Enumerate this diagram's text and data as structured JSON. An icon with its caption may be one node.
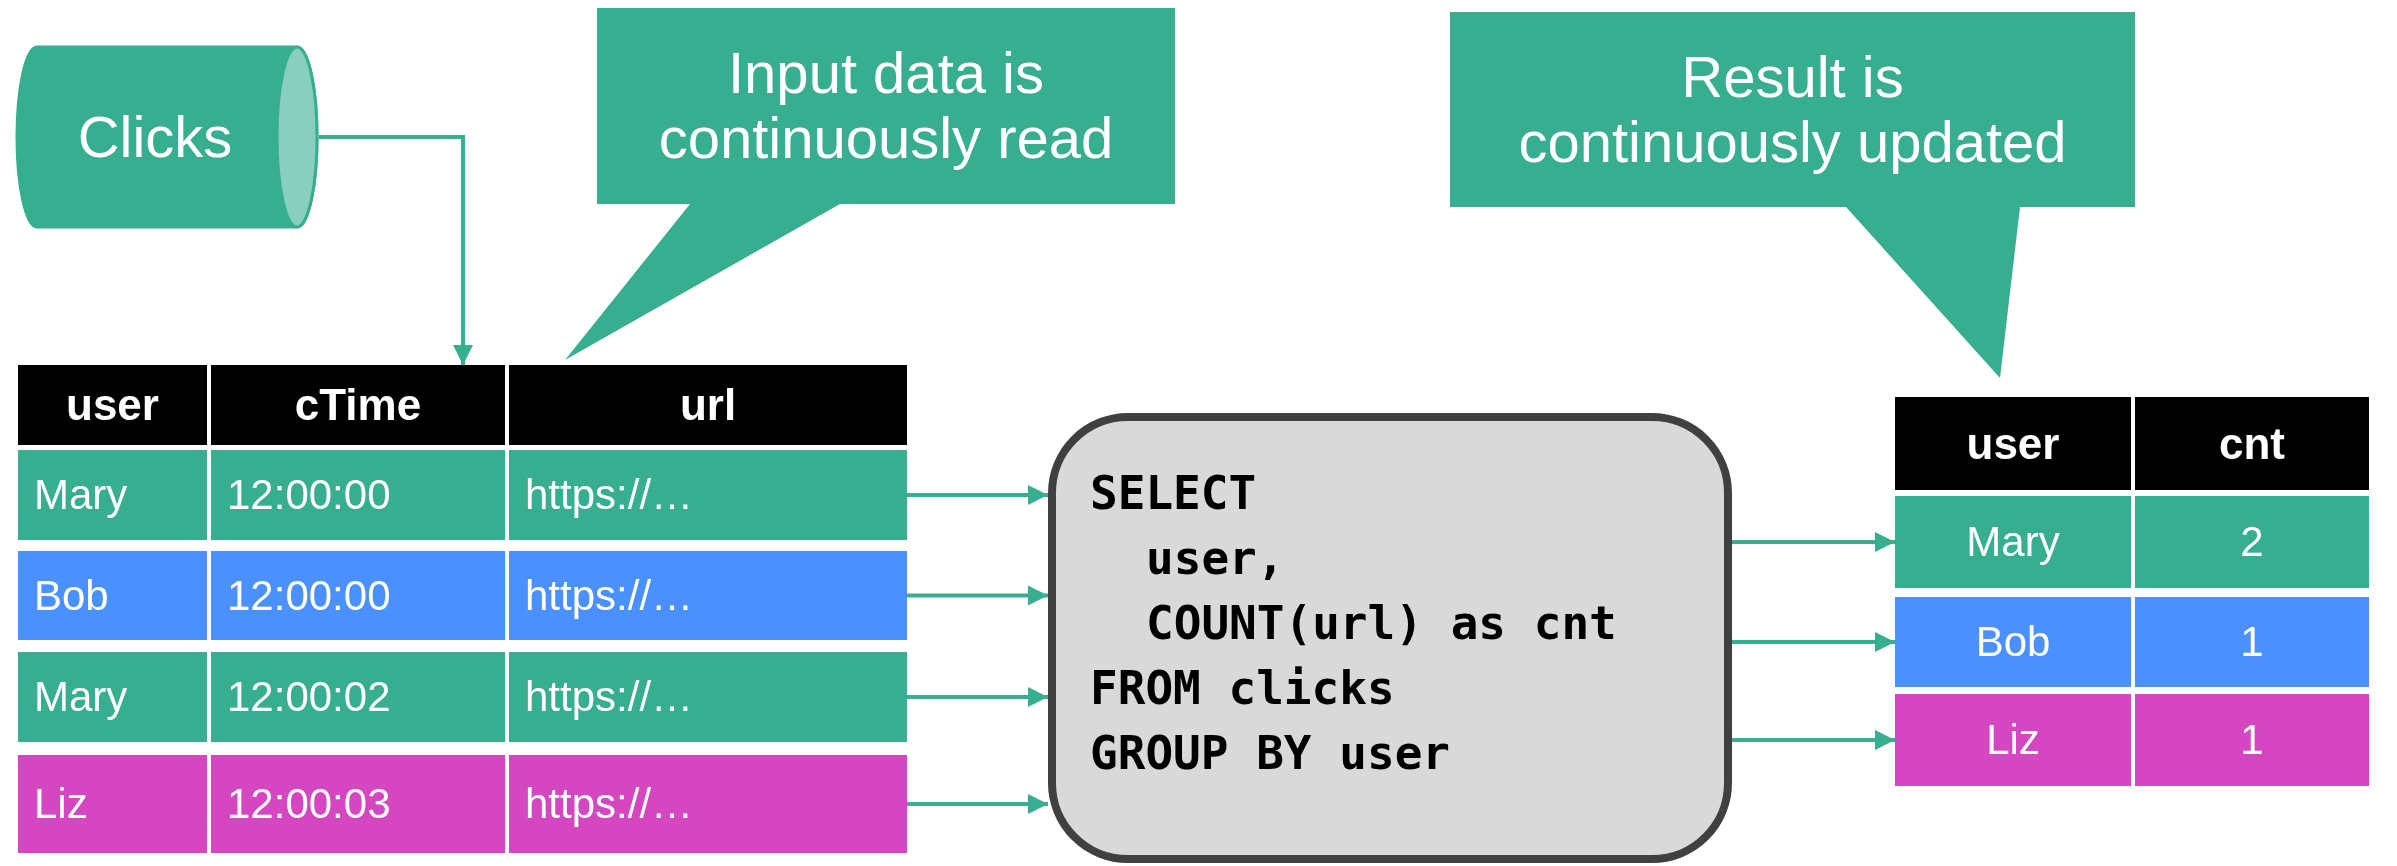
{
  "diagram": {
    "nodes": [
      {
        "text": [
          "Clicks"
        ]
      },
      {
        "text": [
          "Input data is continuously read"
        ]
      },
      {
        "text": [
          "Result is continuously updated"
        ]
      },
      {
        "text": [],
        "shape": "box"
      },
      {
        "text": [
          "user",
          "cTime",
          "url"
        ],
        "in": 3
      },
      {
        "text": [
          "Mary",
          "12:00:00",
          "https://…"
        ],
        "in": 3
      },
      {
        "text": [
          "Bob",
          "12:00:00",
          "https://…"
        ],
        "in": 3
      },
      {
        "text": [
          "Mary",
          "12:00:02",
          "https://…"
        ],
        "in": 3
      },
      {
        "text": [
          "Liz",
          "12:00:03",
          "https://…"
        ],
        "in": 3
      },
      {
        "text": [
          "SELECT",
          "user,",
          "COUNT(url) as cnt",
          "FROM clicks",
          "GROUP BY user"
        ]
      },
      {
        "text": [],
        "shape": "box"
      },
      {
        "text": [
          "user",
          "cnt"
        ],
        "in": 10
      },
      {
        "text": [
          "Mary",
          "2"
        ],
        "in": 10
      },
      {
        "text": [
          "Bob",
          "1"
        ],
        "in": 10
      },
      {
        "text": [
          "Liz",
          "1"
        ],
        "in": 10
      }
    ],
    "edges": [
      {
        "from": 0,
        "to": 4,
        "arrow": "to"
      },
      {
        "from": 5,
        "to": 9,
        "arrow": "to"
      },
      {
        "from": 6,
        "to": 9,
        "arrow": "to"
      },
      {
        "from": 7,
        "to": 9,
        "arrow": "to"
      },
      {
        "from": 8,
        "to": 9,
        "arrow": "to"
      },
      {
        "from": 9,
        "to": 12,
        "arrow": "to"
      },
      {
        "from": 9,
        "to": 13,
        "arrow": "to"
      },
      {
        "from": 9,
        "to": 14,
        "arrow": "to"
      }
    ]
  }
}
